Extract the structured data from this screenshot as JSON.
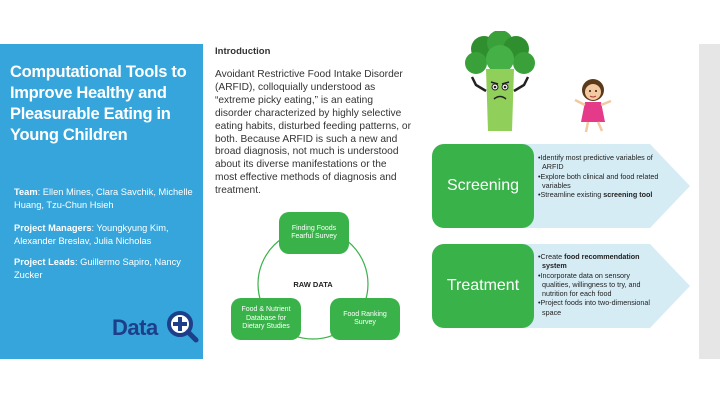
{
  "sidebar": {
    "title": "Computational Tools to Improve Healthy and Pleasurable Eating in Young Children",
    "team_label": "Team",
    "team_names": ": Ellen Mines, Clara Savchik, Michelle Huang, Tzu-Chun Hsieh",
    "managers_label": "Project Managers",
    "managers_names": ": Youngkyung Kim, Alexander Breslav, Julia Nicholas",
    "leads_label": "Project Leads",
    "leads_names": ": Guillermo Sapiro, Nancy Zucker",
    "logo_text": "Data"
  },
  "intro": {
    "heading": "Introduction",
    "body": "Avoidant Restrictive Food Intake Disorder (ARFID), colloquially understood as “extreme picky eating,” is an eating disorder characterized by highly selective eating habits, disturbed feeding patterns, or both. Because ARFID is such a new and broad diagnosis, not much is understood about its diverse manifestations or the most effective methods of diagnosis and treatment."
  },
  "cycle": {
    "center_label": "RAW DATA",
    "node_top": "Finding Foods Fearful Survey",
    "node_right": "Food Ranking Survey",
    "node_left": "Food & Nutrient Database for Dietary Studies"
  },
  "screening": {
    "label": "Screening",
    "b1": "•Identify most predictive variables of ARFID",
    "b2": "•Explore both clinical and food related variables",
    "b3_pre": "•Streamline existing ",
    "b3_bold": "screening tool"
  },
  "treatment": {
    "label": "Treatment",
    "b1_pre": "•Create ",
    "b1_bold": "food recommendation system",
    "b2": "•Incorporate data on sensory qualities, willingness to try, and nutrition for each food",
    "b3": "•Project foods into two-dimensional space"
  },
  "colors": {
    "sidebar_blue": "#35a5db",
    "node_green": "#3ab24a",
    "arrow_light_blue": "#d6ecf5",
    "logo_navy": "#1d3f8a"
  }
}
